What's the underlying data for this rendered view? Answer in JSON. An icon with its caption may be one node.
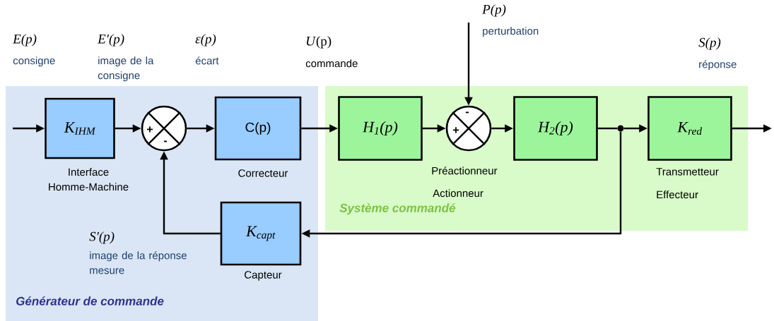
{
  "diagram": {
    "nodes": [
      {
        "text": [
          "Générateur de commande"
        ]
      },
      {
        "text": [
          "Système commandé"
        ]
      },
      {
        "text": [
          "K$_{IHM}$"
        ],
        "in": 0,
        "beside": [
          "Interface Homme-Machine"
        ]
      },
      {
        "text": [
          "+",
          "-"
        ],
        "in": 0
      },
      {
        "text": [
          "C(p)"
        ],
        "in": 0,
        "beside": [
          "Correcteur"
        ]
      },
      {
        "text": [
          "K$_{capt}$"
        ],
        "in": 0,
        "beside": [
          "Capteur"
        ]
      },
      {
        "text": [
          "H$_{1}$(p)"
        ],
        "in": 1
      },
      {
        "text": [
          "-",
          "+"
        ],
        "in": 1
      },
      {
        "text": [
          "H$_{2}$(p)"
        ],
        "in": 1
      },
      {
        "text": [
          "K$_{red}$"
        ],
        "in": 1,
        "beside": [
          "Transmetteur",
          "Effecteur"
        ]
      },
      {
        "text": [],
        "shape": "circle",
        "in": 1
      }
    ],
    "edges": [
      {
        "from": null,
        "to": 2,
        "arrow": "to"
      },
      {
        "from": 2,
        "to": 3,
        "arrow": "to"
      },
      {
        "from": 3,
        "to": 4,
        "arrow": "to"
      },
      {
        "from": 4,
        "to": 6,
        "arrow": "to"
      },
      {
        "from": 6,
        "to": 7,
        "arrow": "to"
      },
      {
        "from": 7,
        "to": 8,
        "arrow": "to"
      },
      {
        "from": 8,
        "to": 10,
        "arrow": "none"
      },
      {
        "from": 10,
        "to": 9,
        "arrow": "to"
      },
      {
        "from": 9,
        "to": null,
        "arrow": "to"
      },
      {
        "from": 10,
        "to": 5,
        "arrow": "to"
      },
      {
        "from": 5,
        "to": 3,
        "arrow": "to"
      },
      {
        "from": null,
        "to": 7,
        "arrow": "to"
      }
    ],
    "labels": [
      "E(p)",
      "consigne",
      "E′(p)",
      "image de la consigne",
      "ε(p)",
      "écart",
      "*U*(p)",
      "commande",
      "P(p)",
      "perturbation",
      "S(p)",
      "réponse",
      "S′(p)",
      "image de la réponse mesure",
      "Préactionneur",
      "Actionneur"
    ]
  }
}
